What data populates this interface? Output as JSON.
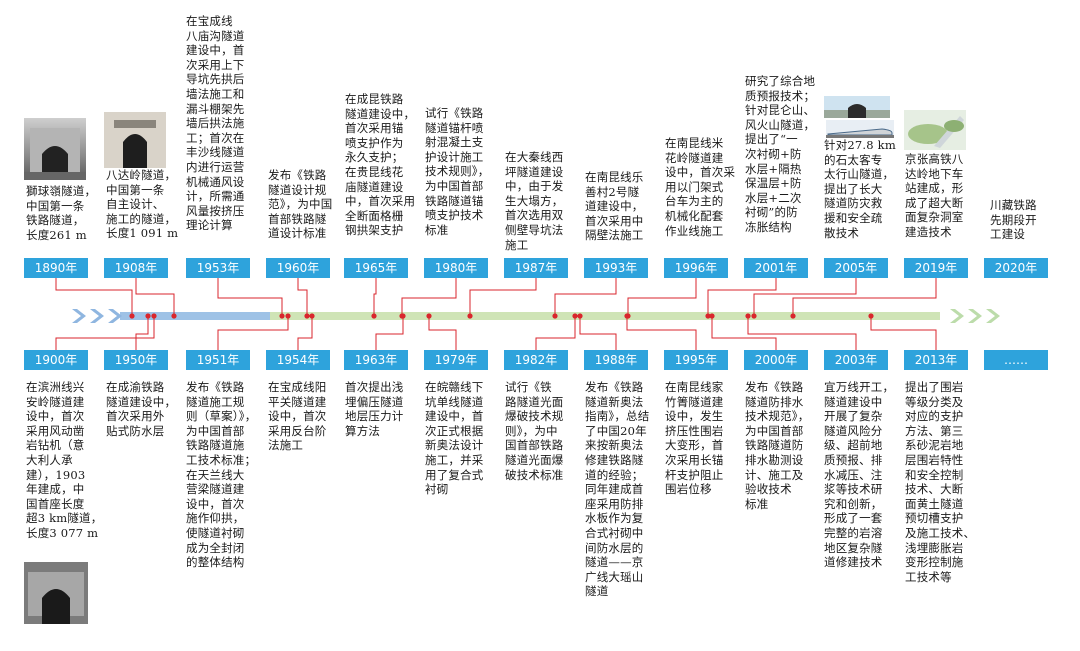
{
  "colors": {
    "year_box": "#2ea3dc",
    "axis_blue": "#9ec2e6",
    "axis_green": "#cfe4b6",
    "connector": "#d9262c",
    "chevron_blue": "#8fb6e0",
    "chevron_green": "#bcdcaa"
  },
  "top_events": [
    {
      "year": "1890年",
      "text": "獅球嶺隧道，\n中国第一条\n铁路隧道，\n长度261 m"
    },
    {
      "year": "1908年",
      "text": "八达岭隧道，\n中国第一条\n自主设计、\n施工的隧道，\n长度1 091 m"
    },
    {
      "year": "1953年",
      "text": "在宝成线\n八庙沟隧道\n建设中，首\n次采用上下\n导坑先拱后\n墙法施工和\n漏斗棚架先\n墙后拱法施\n工；首次在\n丰沙线隧道\n内进行运营\n机械通风设\n计，所需通\n风量按挤压\n理论计算"
    },
    {
      "year": "1960年",
      "text": "发布《铁路\n隧道设计规\n范》，为中国\n首部铁路隧\n道设计标准"
    },
    {
      "year": "1965年",
      "text": "在成昆铁路\n隧道建设中，\n首次采用锚\n喷支护作为\n永久支护；\n在贵昆线花\n庙隧道建设\n中，首次采用\n全断面格栅\n钢拱架支护"
    },
    {
      "year": "1980年",
      "text": "试行《铁路\n隧道锚杆喷\n射混凝土支\n护设计施工\n技术规则》，\n为中国首部\n铁路隧道锚\n喷支护技术\n标准"
    },
    {
      "year": "1987年",
      "text": "在大秦线西\n坪隧道建设\n中，由于发\n生大塌方，\n首次选用双\n侧壁导坑法\n施工"
    },
    {
      "year": "1993年",
      "text": "在南昆线乐\n善村2号隧\n道建设中，\n首次采用中\n隔壁法施工"
    },
    {
      "year": "1996年",
      "text": "在南昆线米\n花岭隧道建\n设中，首次采\n用以门架式\n台车为主的\n机械化配套\n作业线施工"
    },
    {
      "year": "2001年",
      "text": "研究了综合地\n质预报技术；\n针对昆仑山、\n风火山隧道，\n提出了“一\n次衬砌+防\n水层+隔热\n保温层+防\n水层+二次\n衬砌”的防\n冻胀结构"
    },
    {
      "year": "2005年",
      "text": "针对27.8 km\n的石太客专\n太行山隧道，\n提出了长大\n隧道防灾救\n援和安全疏\n散技术"
    },
    {
      "year": "2019年",
      "text": "京张高铁八\n达岭地下车\n站建成，形\n成了超大断\n面复杂洞室\n建造技术"
    },
    {
      "year": "2020年",
      "text": "川藏铁路\n先期段开\n工建设"
    }
  ],
  "bottom_events": [
    {
      "year": "1900年",
      "text": "在滨洲线兴\n安岭隧道建\n设中，首次\n采用风动凿\n岩钻机（意\n大利人承\n建），1903\n年建成，中\n国首座长度\n超3 km隧道，\n长度3 077 m"
    },
    {
      "year": "1950年",
      "text": "在成渝铁路\n隧道建设中，\n首次采用外\n贴式防水层"
    },
    {
      "year": "1951年",
      "text": "发布《铁路\n隧道施工规\n则（草案）》，\n为中国首部\n铁路隧道施\n工技术标准；\n在天兰线大\n营梁隧道建\n设中，首次\n施作仰拱，\n使隧道衬砌\n成为全封闭\n的整体结构"
    },
    {
      "year": "1954年",
      "text": "在宝成线阳\n平关隧道建\n设中，首次\n采用反台阶\n法施工"
    },
    {
      "year": "1963年",
      "text": "首次提出浅\n埋偏压隧道\n地层压力计\n算方法"
    },
    {
      "year": "1979年",
      "text": "在皖赣线下\n坑单线隧道\n建设中，首\n次正式根据\n新奥法设计\n施工，并采\n用了复合式\n衬砌"
    },
    {
      "year": "1982年",
      "text": "试行《铁\n路隧道光面\n爆破技术规\n则》，为中\n国首部铁路\n隧道光面爆\n破技术标准"
    },
    {
      "year": "1988年",
      "text": "发布《铁路\n隧道新奥法\n指南》，总结\n了中国20年\n来按新奥法\n修建铁路隧\n道的经验；\n同年建成首\n座采用防排\n水板作为复\n合式衬砌中\n间防水层的\n隧道——京\n广线大瑶山\n隧道"
    },
    {
      "year": "1995年",
      "text": "在南昆线家\n竹箐隧道建\n设中，发生\n挤压性围岩\n大变形，首\n次采用长锚\n杆支护阻止\n围岩位移"
    },
    {
      "year": "2000年",
      "text": "发布《铁路\n隧道防排水\n技术规范》，\n为中国首部\n铁路隧道防\n排水勘测设\n计、施工及\n验收技术\n标准"
    },
    {
      "year": "2003年",
      "text": "宜万线开工，\n隧道建设中\n开展了复杂\n隧道风险分\n级、超前地\n质预报、排\n水减压、注\n浆等技术研\n究和创新，\n形成了一套\n完整的岩溶\n地区复杂隧\n道修建技术"
    },
    {
      "year": "2013年",
      "text": "提出了围岩\n等级分类及\n对应的支护\n方法、第三\n系砂泥岩地\n层围岩特性\n和安全控制\n技术、大断\n面黄土隧道\n预切槽支护\n及施工技术、\n浅埋膨胀岩\n变形控制施\n工技术等"
    },
    {
      "year": "……",
      "text": ""
    }
  ]
}
